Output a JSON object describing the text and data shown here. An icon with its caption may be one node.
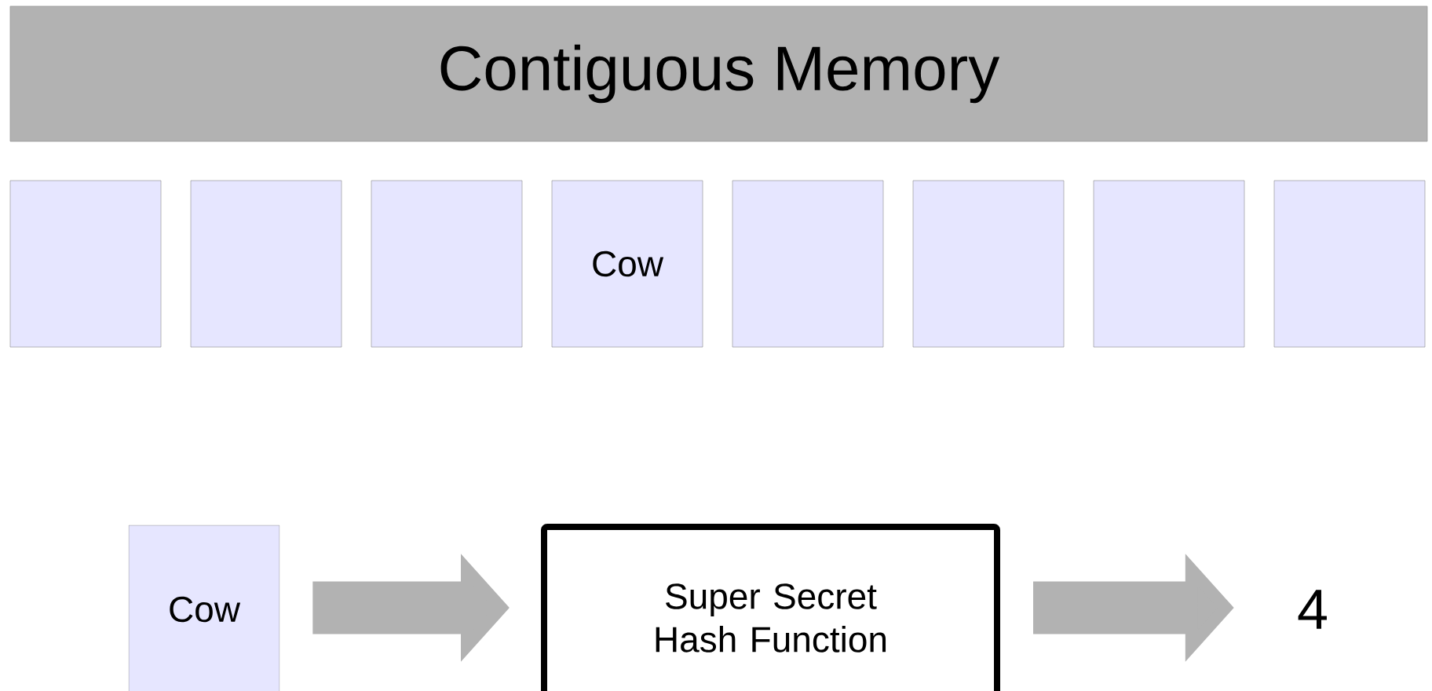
{
  "diagram": {
    "nodes": [
      {
        "text": [
          "Contiguous Memory"
        ]
      },
      {
        "text": [],
        "shape": "box"
      },
      {
        "text": [],
        "shape": "box"
      },
      {
        "text": [],
        "shape": "box"
      },
      {
        "text": [
          "Cow"
        ]
      },
      {
        "text": [],
        "shape": "box"
      },
      {
        "text": [],
        "shape": "box"
      },
      {
        "text": [],
        "shape": "box"
      },
      {
        "text": [],
        "shape": "box"
      },
      {
        "text": [
          "Cow"
        ]
      },
      {
        "text": [
          "Super Secret Hash Function"
        ]
      },
      {
        "text": [
          "4"
        ]
      }
    ],
    "edges": [
      {
        "from": 9,
        "to": 10,
        "arrow": "to"
      },
      {
        "from": 10,
        "to": 11,
        "arrow": "to"
      }
    ]
  }
}
